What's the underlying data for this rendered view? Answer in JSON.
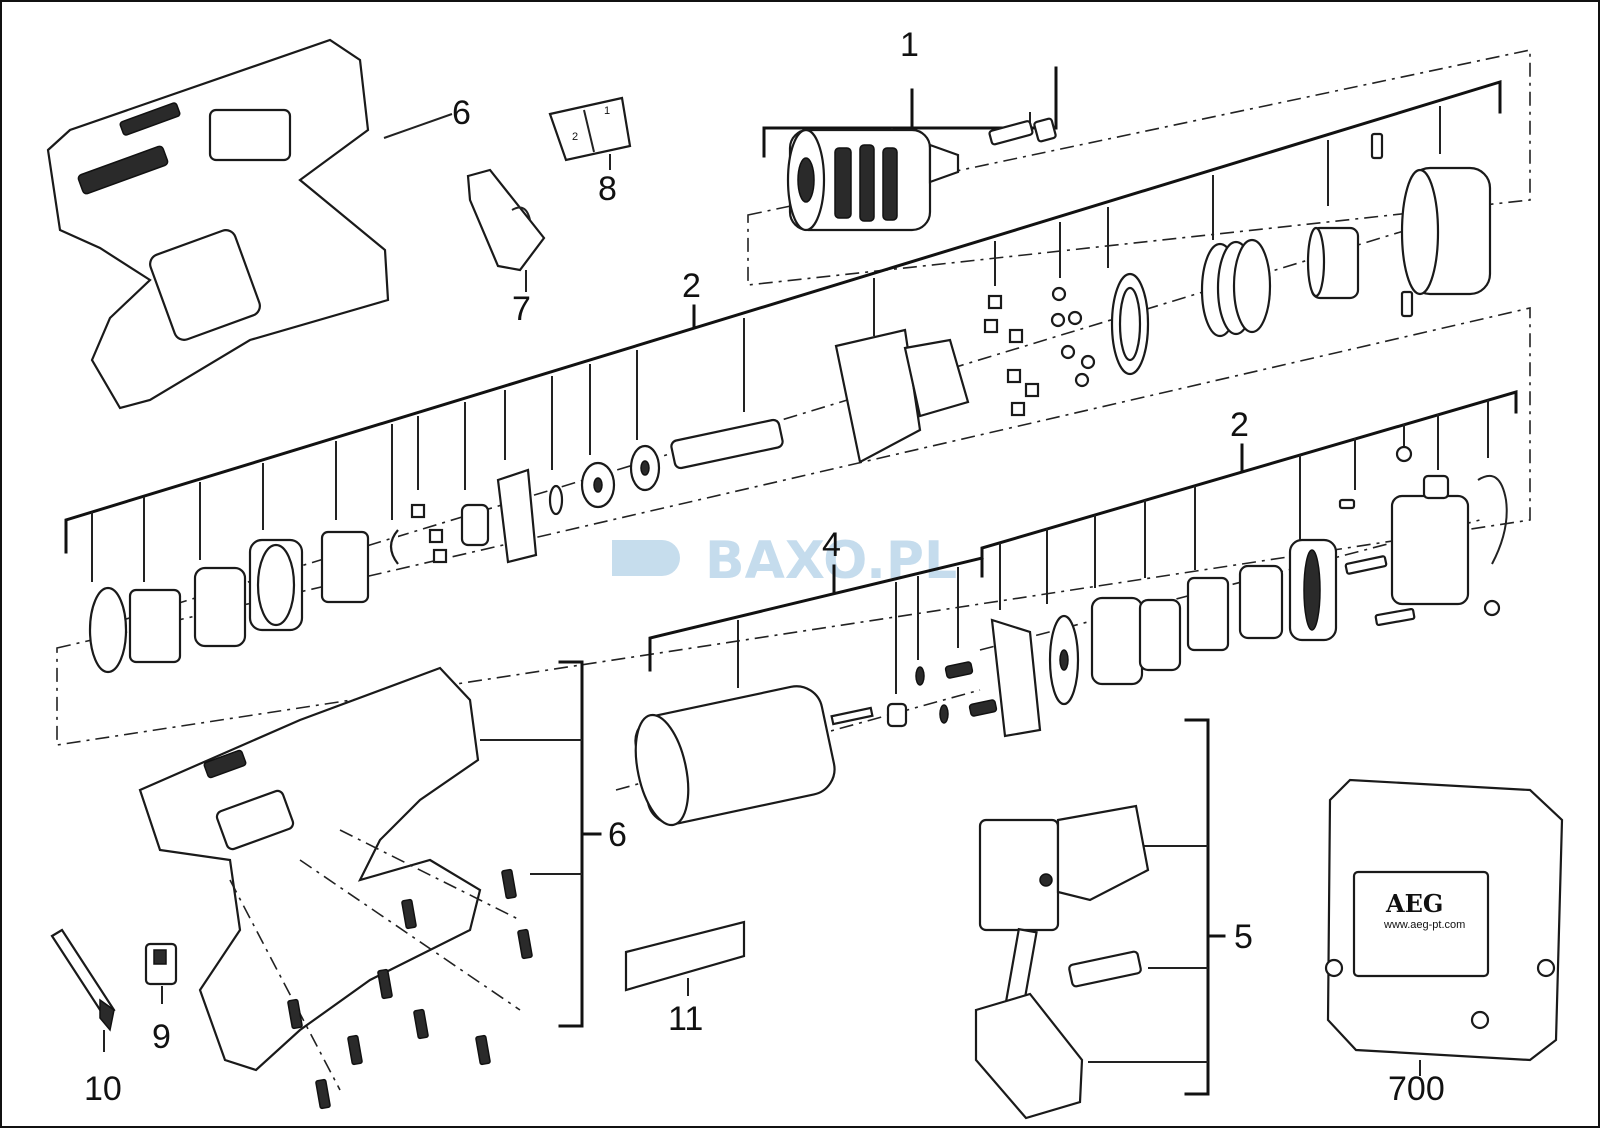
{
  "labels": {
    "chuck": "1",
    "gearbox_top": "2",
    "gearbox_right": "2",
    "motor": "4",
    "switch": "5",
    "housing_top": "6",
    "housing_bottom": "6",
    "strip": "7",
    "slider": "8",
    "clip": "9",
    "bit": "10",
    "nameplate": "11",
    "case": "700"
  },
  "watermark": "BAXO.PL",
  "case_brand": "AEG",
  "case_url": "www.aeg-pt.com",
  "slider_marks": [
    "1",
    "2"
  ],
  "colors": {
    "ink": "#111111",
    "watermark": "#bcd7ea",
    "background": "#ffffff"
  }
}
